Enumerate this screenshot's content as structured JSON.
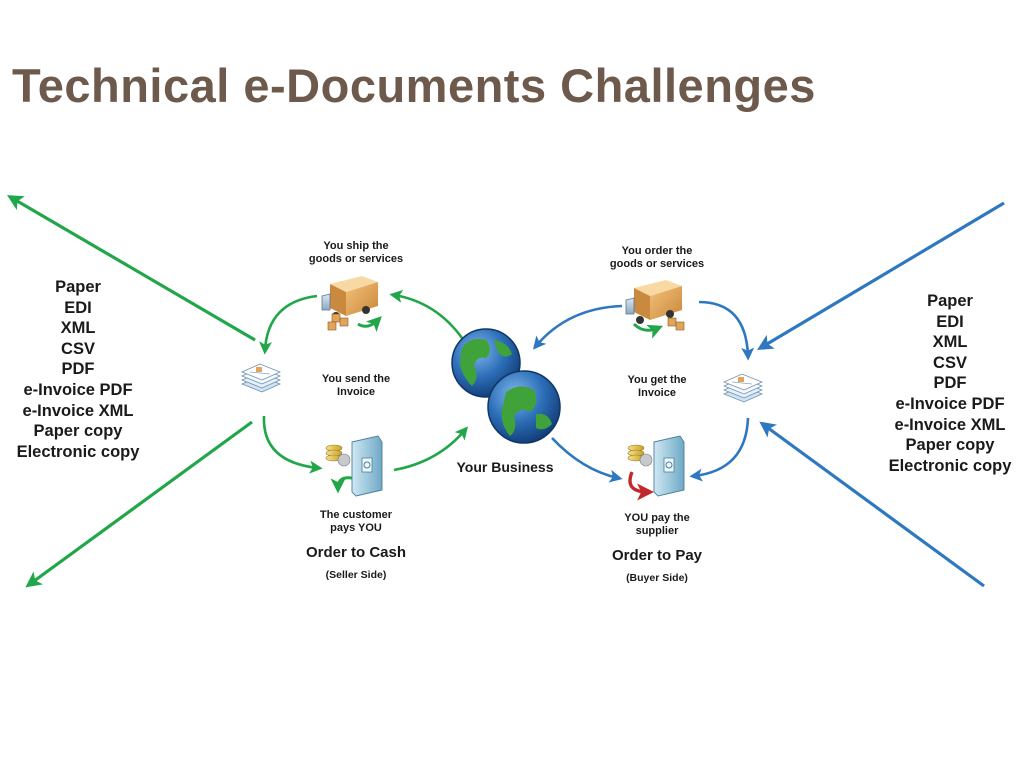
{
  "title": "Technical e-Documents Challenges",
  "colors": {
    "title": "#6e5a4c",
    "green_arrow": "#22a64a",
    "blue_arrow": "#2e78c0",
    "return_arrow": "#c0282b"
  },
  "left_formats": [
    "Paper",
    "EDI",
    "XML",
    "CSV",
    "PDF",
    "e-Invoice PDF",
    "e-Invoice XML",
    "Paper copy",
    "Electronic copy"
  ],
  "right_formats": [
    "Paper",
    "EDI",
    "XML",
    "CSV",
    "PDF",
    "e-Invoice PDF",
    "e-Invoice XML",
    "Paper copy",
    "Electronic copy"
  ],
  "center": {
    "label": "Your Business",
    "icon": "globe-icon"
  },
  "seller": {
    "ship_line1": "You ship the",
    "ship_line2": "goods or services",
    "send_line1": "You send the",
    "send_line2": "Invoice",
    "pays_line1": "The customer",
    "pays_line2": "pays YOU",
    "cycle_title": "Order to Cash",
    "cycle_side": "(Seller Side)"
  },
  "buyer": {
    "order_line1": "You order the",
    "order_line2": "goods or services",
    "get_line1": "You get the",
    "get_line2": "Invoice",
    "pay_line1": "YOU pay the",
    "pay_line2": "supplier",
    "cycle_title": "Order to Pay",
    "cycle_side": "(Buyer Side)"
  }
}
